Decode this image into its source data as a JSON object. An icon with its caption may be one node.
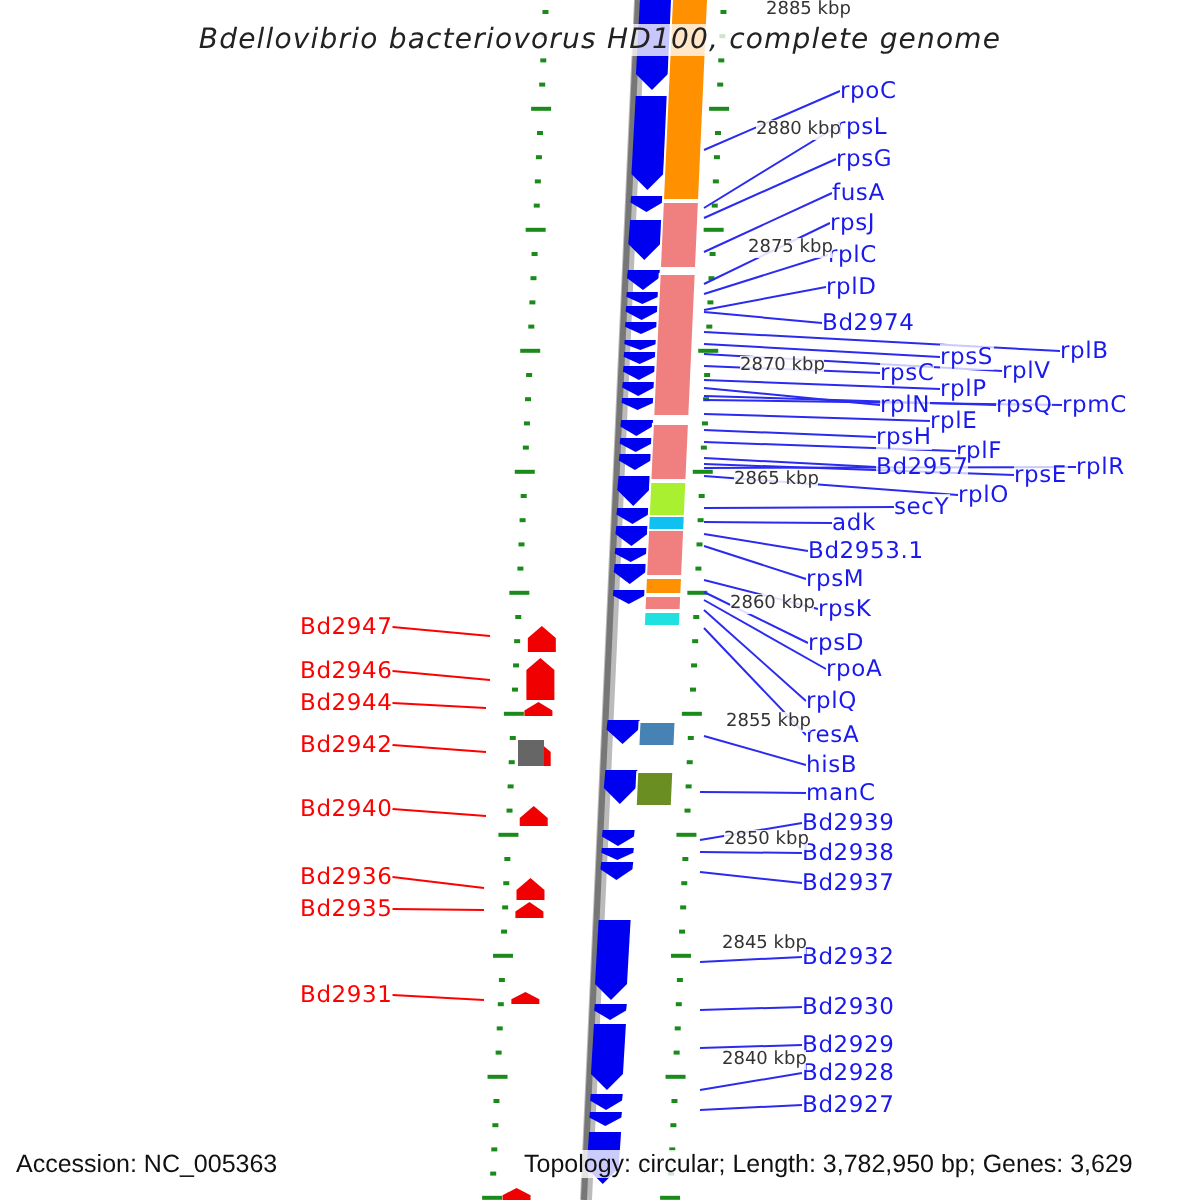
{
  "diagram": {
    "title": "Bdellovibrio bacteriovorus HD100, complete genome",
    "nodes": [
      {
        "text": [
          "rpoC"
        ]
      },
      {
        "text": [
          "rpsL"
        ]
      },
      {
        "text": [
          "rpsG"
        ]
      },
      {
        "text": [
          "fusA"
        ]
      },
      {
        "text": [
          "rpsJ"
        ]
      },
      {
        "text": [
          "rplC"
        ]
      },
      {
        "text": [
          "rplD"
        ]
      },
      {
        "text": [
          "Bd2974"
        ]
      },
      {
        "text": [
          "rplB"
        ]
      },
      {
        "text": [
          "rpsS"
        ]
      },
      {
        "text": [
          "rplV"
        ]
      },
      {
        "text": [
          "rpsC"
        ]
      },
      {
        "text": [
          "rplP"
        ]
      },
      {
        "text": [
          "rplN"
        ]
      },
      {
        "text": [
          "rpsQ"
        ]
      },
      {
        "text": [
          "rpmC"
        ]
      },
      {
        "text": [
          "rplE"
        ]
      },
      {
        "text": [
          "rpsH"
        ]
      },
      {
        "text": [
          "rplF"
        ]
      },
      {
        "text": [
          "Bd2957"
        ]
      },
      {
        "text": [
          "rpsE"
        ]
      },
      {
        "text": [
          "rplR"
        ]
      },
      {
        "text": [
          "rplO"
        ]
      },
      {
        "text": [
          "secY"
        ]
      },
      {
        "text": [
          "adk"
        ]
      },
      {
        "text": [
          "Bd2953.1"
        ]
      },
      {
        "text": [
          "rpsM"
        ]
      },
      {
        "text": [
          "rpsK"
        ]
      },
      {
        "text": [
          "rpsD"
        ]
      },
      {
        "text": [
          "rpoA"
        ]
      },
      {
        "text": [
          "rplQ"
        ]
      },
      {
        "text": [
          "resA"
        ]
      },
      {
        "text": [
          "hisB"
        ]
      },
      {
        "text": [
          "manC"
        ]
      },
      {
        "text": [
          "Bd2939"
        ]
      },
      {
        "text": [
          "Bd2938"
        ]
      },
      {
        "text": [
          "Bd2937"
        ]
      },
      {
        "text": [
          "Bd2932"
        ]
      },
      {
        "text": [
          "Bd2930"
        ]
      },
      {
        "text": [
          "Bd2929"
        ]
      },
      {
        "text": [
          "Bd2928"
        ]
      },
      {
        "text": [
          "Bd2927"
        ]
      },
      {
        "text": [
          "Bd2947"
        ]
      },
      {
        "text": [
          "Bd2946"
        ]
      },
      {
        "text": [
          "Bd2944"
        ]
      },
      {
        "text": [
          "Bd2942"
        ]
      },
      {
        "text": [
          "Bd2940"
        ]
      },
      {
        "text": [
          "Bd2936"
        ]
      },
      {
        "text": [
          "Bd2935"
        ]
      },
      {
        "text": [
          "Bd2931"
        ]
      }
    ],
    "edges": [
      {
        "from": 0,
        "to": null,
        "arrow": "none"
      },
      {
        "from": 1,
        "to": null,
        "arrow": "none"
      },
      {
        "from": 2,
        "to": null,
        "arrow": "none"
      },
      {
        "from": 3,
        "to": null,
        "arrow": "none"
      },
      {
        "from": 4,
        "to": null,
        "arrow": "none"
      },
      {
        "from": 5,
        "to": null,
        "arrow": "none"
      },
      {
        "from": 6,
        "to": null,
        "arrow": "none"
      },
      {
        "from": 7,
        "to": null,
        "arrow": "none"
      },
      {
        "from": 8,
        "to": null,
        "arrow": "none"
      },
      {
        "from": 9,
        "to": null,
        "arrow": "none"
      },
      {
        "from": 10,
        "to": null,
        "arrow": "none"
      },
      {
        "from": 11,
        "to": null,
        "arrow": "none"
      },
      {
        "from": 12,
        "to": null,
        "arrow": "none"
      },
      {
        "from": 13,
        "to": null,
        "arrow": "none"
      },
      {
        "from": 14,
        "to": null,
        "arrow": "none"
      },
      {
        "from": 15,
        "to": null,
        "arrow": "none"
      },
      {
        "from": 16,
        "to": null,
        "arrow": "none"
      },
      {
        "from": 17,
        "to": null,
        "arrow": "none"
      },
      {
        "from": 18,
        "to": null,
        "arrow": "none"
      },
      {
        "from": 19,
        "to": null,
        "arrow": "none"
      },
      {
        "from": 20,
        "to": null,
        "arrow": "none"
      },
      {
        "from": 21,
        "to": null,
        "arrow": "none"
      },
      {
        "from": 22,
        "to": null,
        "arrow": "none"
      },
      {
        "from": 23,
        "to": null,
        "arrow": "none"
      },
      {
        "from": 24,
        "to": null,
        "arrow": "none"
      },
      {
        "from": 25,
        "to": null,
        "arrow": "none"
      },
      {
        "from": 26,
        "to": null,
        "arrow": "none"
      },
      {
        "from": 27,
        "to": null,
        "arrow": "none"
      },
      {
        "from": 28,
        "to": null,
        "arrow": "none"
      },
      {
        "from": 29,
        "to": null,
        "arrow": "none"
      },
      {
        "from": 30,
        "to": null,
        "arrow": "none"
      },
      {
        "from": 31,
        "to": null,
        "arrow": "none"
      },
      {
        "from": 32,
        "to": null,
        "arrow": "none"
      },
      {
        "from": 33,
        "to": null,
        "arrow": "none"
      },
      {
        "from": 34,
        "to": null,
        "arrow": "none"
      },
      {
        "from": 35,
        "to": null,
        "arrow": "none"
      },
      {
        "from": 36,
        "to": null,
        "arrow": "none"
      },
      {
        "from": 37,
        "to": null,
        "arrow": "none"
      },
      {
        "from": 38,
        "to": null,
        "arrow": "none"
      },
      {
        "from": 39,
        "to": null,
        "arrow": "none"
      },
      {
        "from": 40,
        "to": null,
        "arrow": "none"
      },
      {
        "from": 41,
        "to": null,
        "arrow": "none"
      },
      {
        "from": 42,
        "to": null,
        "arrow": "none",
        "color": "#ff0000"
      },
      {
        "from": 43,
        "to": null,
        "arrow": "none",
        "color": "#ff0000"
      },
      {
        "from": 44,
        "to": null,
        "arrow": "none",
        "color": "#ff0000"
      },
      {
        "from": 45,
        "to": null,
        "arrow": "none",
        "color": "#ff0000"
      },
      {
        "from": 46,
        "to": null,
        "arrow": "none",
        "color": "#ff0000"
      },
      {
        "from": 47,
        "to": null,
        "arrow": "none",
        "color": "#ff0000"
      },
      {
        "from": 48,
        "to": null,
        "arrow": "none",
        "color": "#ff0000"
      },
      {
        "from": 49,
        "to": null,
        "arrow": "none",
        "color": "#ff0000"
      }
    ],
    "labels": [
      "2885 kbp",
      "2880 kbp",
      "2875 kbp",
      "2870 kbp",
      "2865 kbp",
      "2860 kbp",
      "2855 kbp",
      "2850 kbp",
      "2845 kbp",
      "2840 kbp",
      "Accession: NC_005363",
      "Topology: circular; Length: 3,782,950 bp; Genes: 3,629"
    ]
  }
}
